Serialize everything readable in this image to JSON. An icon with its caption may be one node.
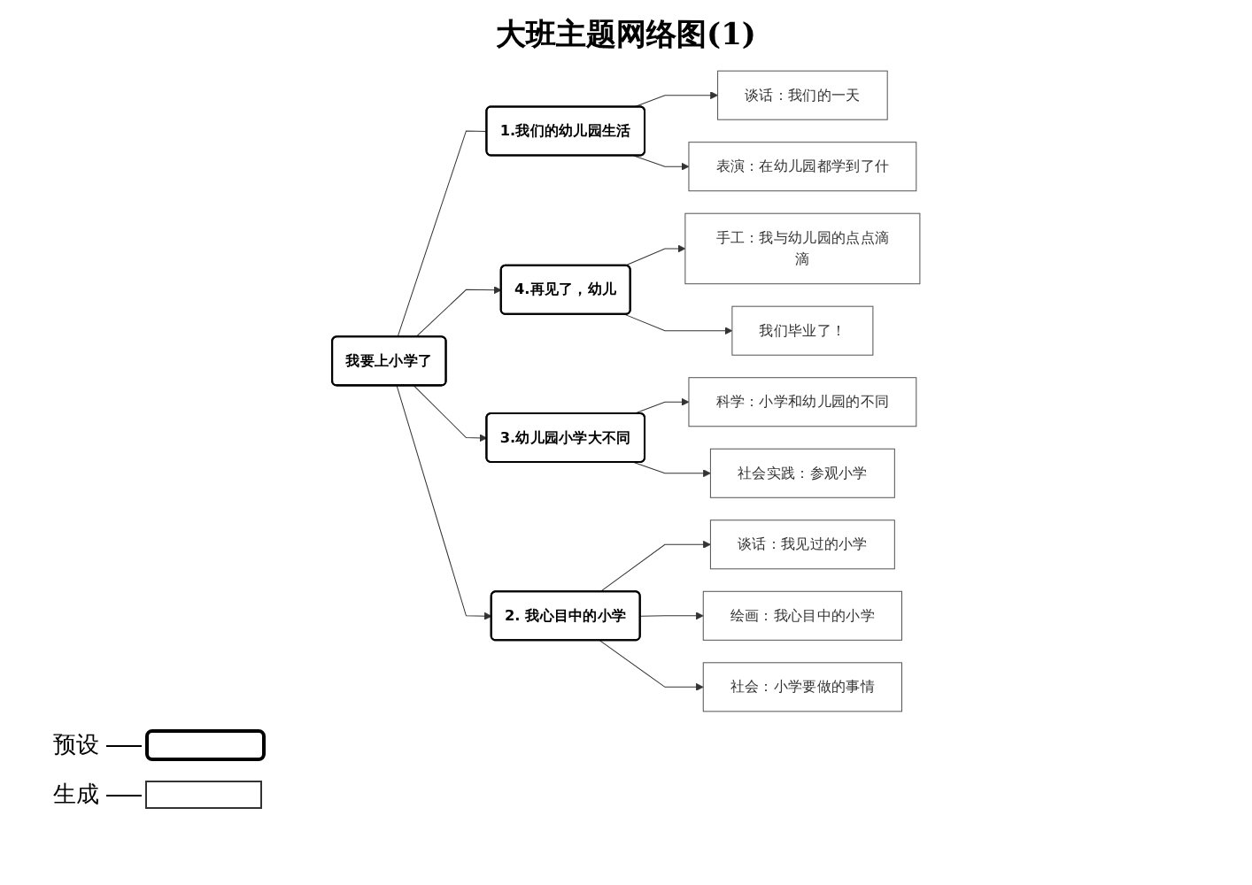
{
  "diagram": {
    "title": "大班主题网络图(1)",
    "nodes": [
      {
        "text": [
          "我要上小学了"
        ]
      },
      {
        "text": [
          "1.我们的幼儿园生活"
        ]
      },
      {
        "text": [
          "谈话：我们的一天"
        ]
      },
      {
        "text": [
          "表演：在幼儿园都学到了什"
        ]
      },
      {
        "text": [
          "4.再见了，幼儿"
        ]
      },
      {
        "text": [
          "手工：我与幼儿园的点点滴滴"
        ]
      },
      {
        "text": [
          "我们毕业了！"
        ]
      },
      {
        "text": [
          "3.幼儿园小学大不同"
        ]
      },
      {
        "text": [
          "科学：小学和幼儿园的不同"
        ]
      },
      {
        "text": [
          "社会实践：参观小学"
        ]
      },
      {
        "text": [
          "2. 我心目中的小学"
        ]
      },
      {
        "text": [
          "谈话：我见过的小学"
        ]
      },
      {
        "text": [
          "绘画：我心目中的小学"
        ]
      },
      {
        "text": [
          "社会：小学要做的事情"
        ]
      }
    ],
    "edges": [
      {
        "from": 1,
        "to": 2,
        "arrow": "to"
      },
      {
        "from": 1,
        "to": 3,
        "arrow": "to"
      },
      {
        "from": 1,
        "to": 0,
        "arrow": "none"
      },
      {
        "from": 0,
        "to": 4,
        "arrow": "to"
      },
      {
        "from": 4,
        "to": 5,
        "arrow": "to"
      },
      {
        "from": 4,
        "to": 6,
        "arrow": "to"
      },
      {
        "from": 0,
        "to": 7,
        "arrow": "to"
      },
      {
        "from": 7,
        "to": 8,
        "arrow": "to"
      },
      {
        "from": 7,
        "to": 9,
        "arrow": "to"
      },
      {
        "from": 0,
        "to": 10,
        "arrow": "to"
      },
      {
        "from": 10,
        "to": 11,
        "arrow": "to"
      },
      {
        "from": 10,
        "to": 12,
        "arrow": "to"
      },
      {
        "from": 10,
        "to": 13,
        "arrow": "to"
      }
    ],
    "legend": [
      {
        "text": "预设"
      },
      {
        "text": "生成"
      }
    ]
  }
}
